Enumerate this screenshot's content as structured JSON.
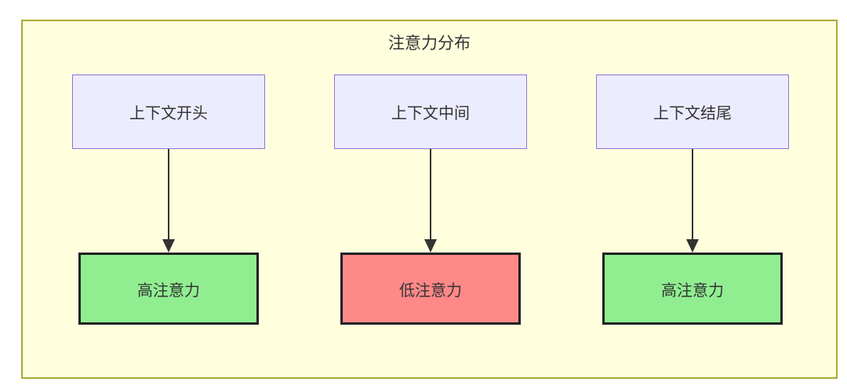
{
  "diagram": {
    "title": "注意力分布",
    "sources": [
      "上下文开头",
      "上下文中间",
      "上下文结尾"
    ],
    "targets": [
      {
        "label": "高注意力",
        "level": "high"
      },
      {
        "label": "低注意力",
        "level": "low"
      },
      {
        "label": "高注意力",
        "level": "high"
      }
    ],
    "edges": [
      {
        "from": "上下文开头",
        "to": "高注意力"
      },
      {
        "from": "上下文中间",
        "to": "低注意力"
      },
      {
        "from": "上下文结尾",
        "to": "高注意力"
      }
    ]
  },
  "colors": {
    "canvas_bg": "#ffffde",
    "canvas_border": "#aaaa33",
    "source_fill": "#ececff",
    "source_border": "#9370db",
    "high_fill": "#90ee90",
    "low_fill": "#ff8888",
    "target_border": "#222222",
    "arrow_color": "#333333",
    "text_color": "#333333"
  }
}
